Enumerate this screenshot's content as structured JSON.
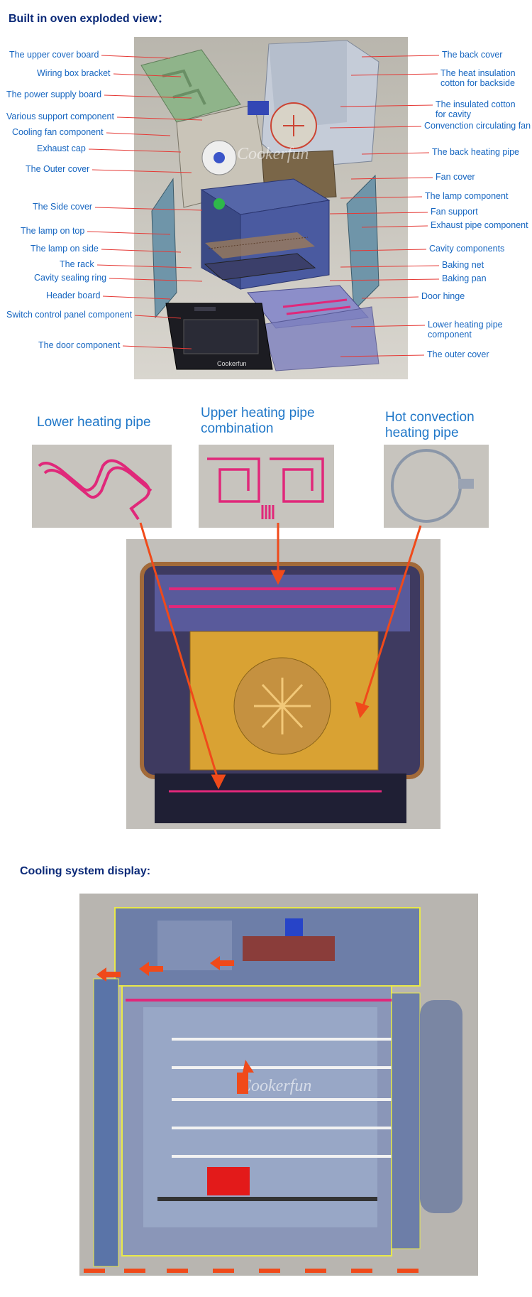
{
  "sections": {
    "exploded_title": "Built in oven exploded view：",
    "cooling_title": "Cooling system display:"
  },
  "labels_left": [
    "The upper cover board",
    "Wiring box bracket",
    "The power supply board",
    "Various support component",
    "Cooling fan component",
    "Exhaust cap",
    "The Outer cover",
    "The Side cover",
    "The lamp on top",
    "The lamp on side",
    "The rack",
    "Cavity sealing ring",
    "Header board",
    "Switch control panel component",
    "The door component"
  ],
  "labels_right": [
    "The back cover",
    "The heat insulation\ncotton for backside",
    "The insulated cotton\nfor cavity",
    "Convenction circulating fan",
    "The back heating pipe",
    "Fan cover",
    "The lamp component",
    "Fan support",
    "Exhaust pipe  component",
    "Cavity components",
    "Baking net",
    "Baking pan",
    "Door hinge",
    "Lower heating pipe\ncomponent",
    "The outer cover"
  ],
  "heating": {
    "lower": "Lower heating pipe",
    "upper": "Upper heating pipe\ncombination",
    "convection": "Hot convection\nheating pipe"
  },
  "watermark": "Cookerfun",
  "door_brand": "Cookerfun",
  "colors": {
    "title": "#0b2a78",
    "label": "#1565c0",
    "leader": "#e53935",
    "pipe": "#e0287a",
    "arrow": "#f04a1a"
  }
}
